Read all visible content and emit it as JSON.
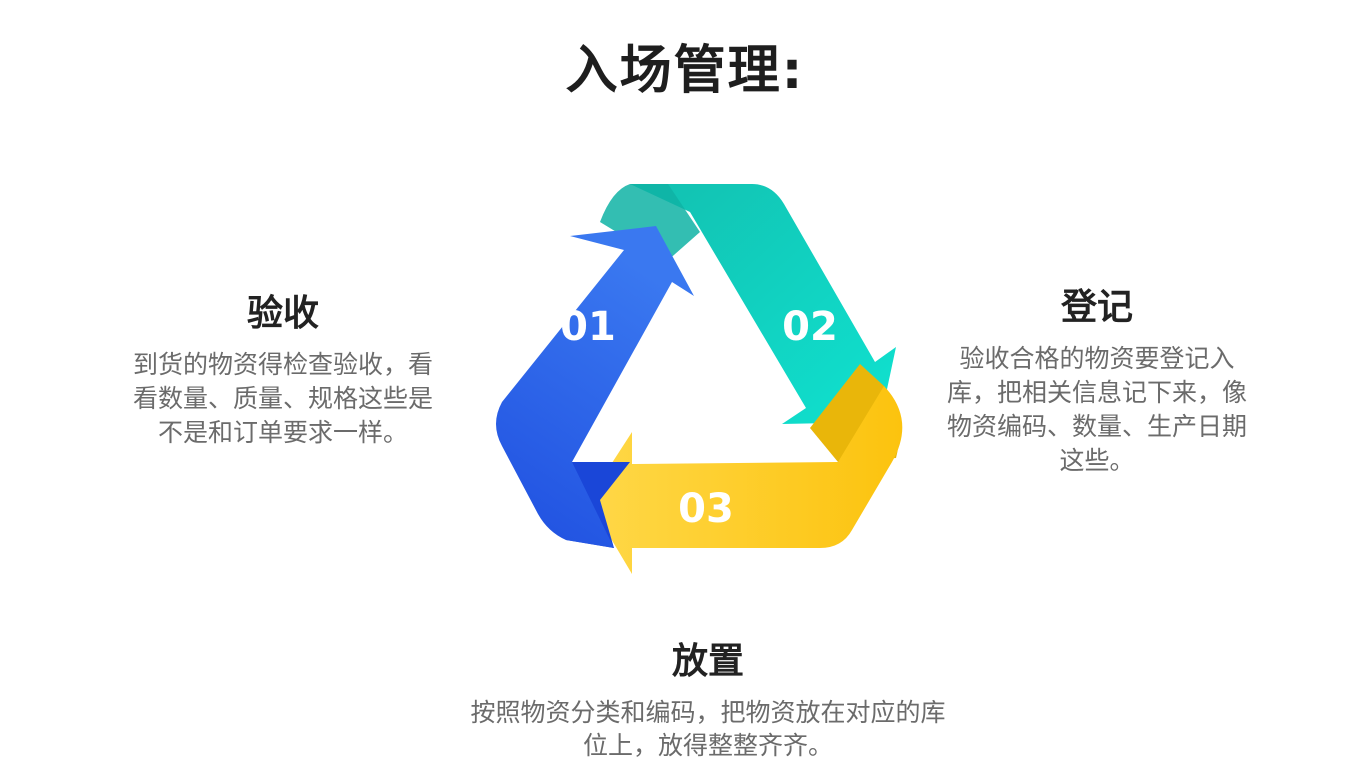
{
  "title": "入场管理:",
  "colors": {
    "step1": "#2b5de8",
    "step2": "#14d3c1",
    "step3": "#fcc813"
  },
  "steps": [
    {
      "number": "01",
      "heading": "验收",
      "description": "到货的物资得检查验收，看看数量、质量、规格这些是不是和订单要求一样。"
    },
    {
      "number": "02",
      "heading": "登记",
      "description": "验收合格的物资要登记入库，把相关信息记下来，像物资编码、数量、生产日期这些。"
    },
    {
      "number": "03",
      "heading": "放置",
      "description": "按照物资分类和编码，把物资放在对应的库位上，放得整整齐齐。"
    }
  ]
}
